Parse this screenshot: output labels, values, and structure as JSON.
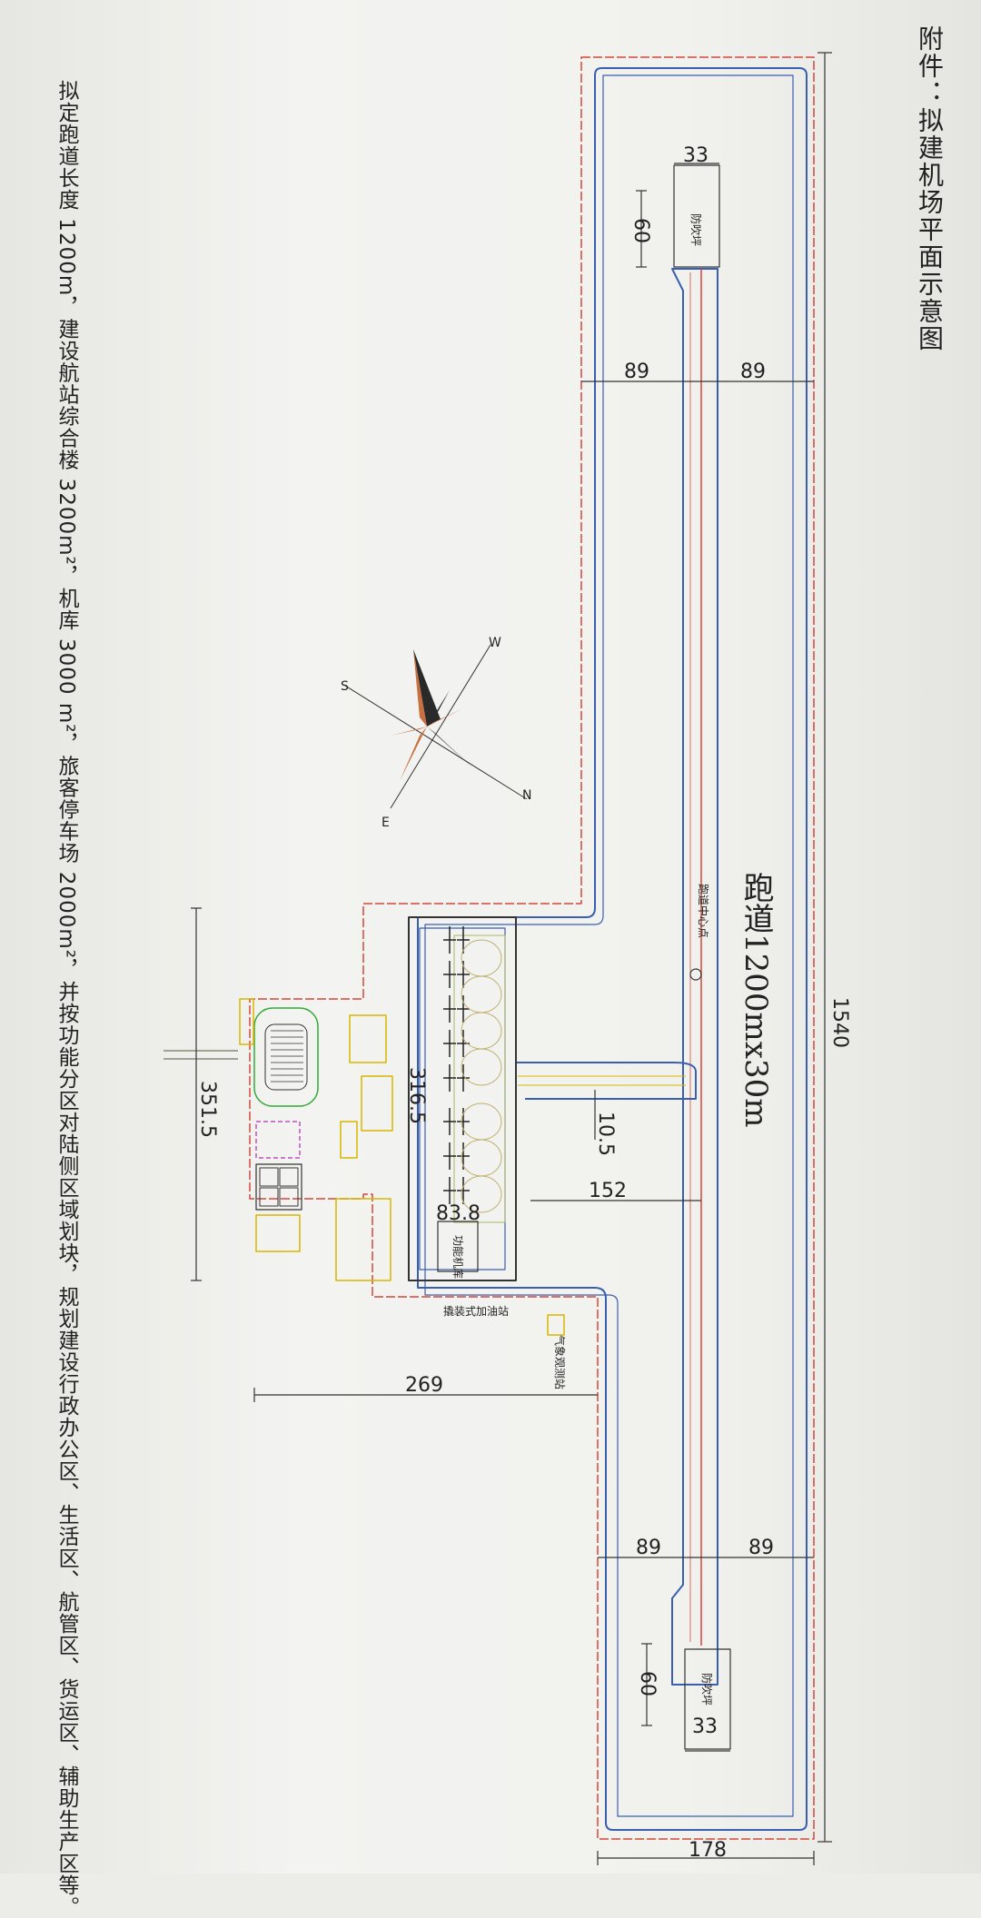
{
  "heading": "附件：拟建机场平面示意图",
  "note": "拟定跑道长度 1200m，建设航站综合楼 3200m²，机库 3000 m²，旅客停车场 2000m²，并按功能分区对陆侧区域划块，规划建设行政办公区、生活区、航管区、货运区、辅助生产区等。",
  "runway_label": "跑道1200mx30m",
  "runway_center_label": "跑道中心点",
  "blast_pad_label": "防吹坪",
  "fuel_station_label": "撬装式加油站",
  "gas_station_label": "气象观测站",
  "function_area_label": "功能机库",
  "compass": {
    "north": "N",
    "south": "S",
    "east": "E",
    "west": "W"
  },
  "dimensions": {
    "total_length": "1540",
    "total_width": "178",
    "blast_pad_width_top": "33",
    "blast_pad_length_top": "60",
    "blast_pad_width_bottom": "33",
    "blast_pad_length_bottom": "60",
    "strip_half_top_left": "89",
    "strip_half_top_right": "89",
    "strip_half_bottom_left": "89",
    "strip_half_bottom_right": "89",
    "apron_length": "316.5",
    "taxiway_width": "10.5",
    "taxiway_length": "152",
    "apron_depth": "83.8",
    "landside_length": "351.5",
    "landside_offset": "269"
  },
  "colors": {
    "boundary_red": "#d2483c",
    "runway_blue": "#3a5fb0",
    "building_yellow": "#d8b800",
    "line_dark": "#333333"
  }
}
